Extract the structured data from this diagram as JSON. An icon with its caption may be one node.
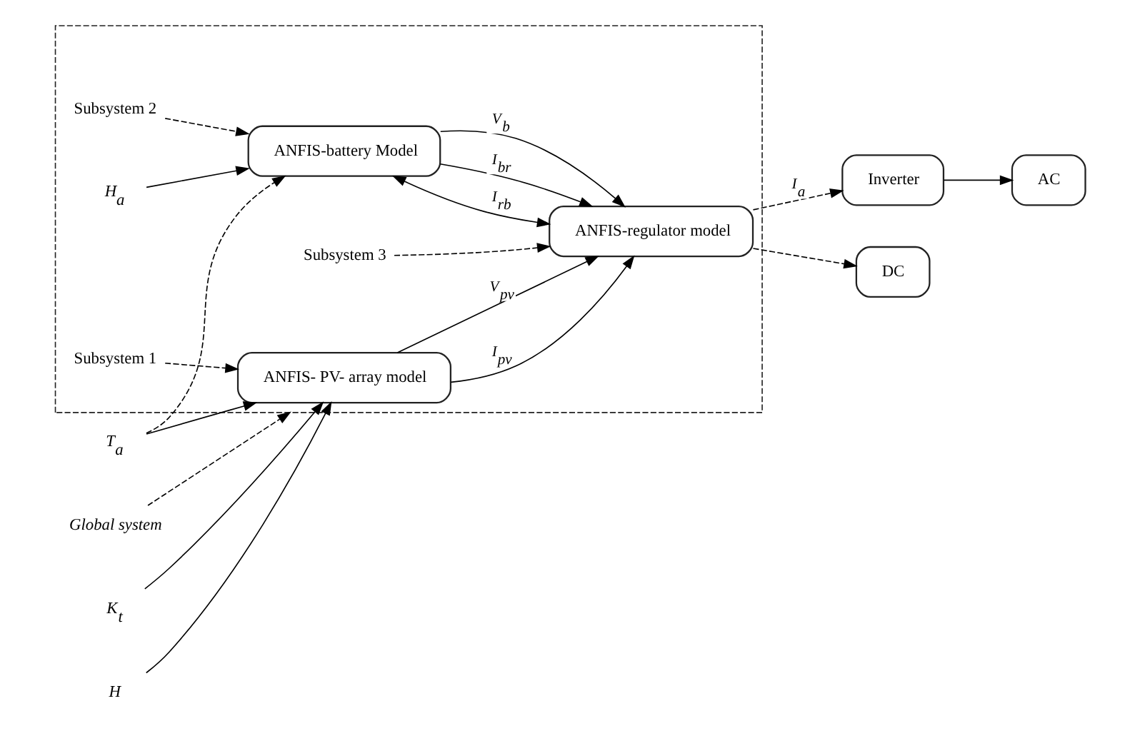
{
  "diagram": {
    "nodes": [
      {
        "text": [
          "Inverter"
        ]
      },
      {
        "text": [
          "AC"
        ]
      },
      {
        "text": [
          "DC"
        ]
      },
      {
        "text": [],
        "shape": "box"
      },
      {
        "text": [
          "ANFIS- PV- array model"
        ],
        "in": 3
      },
      {
        "text": [
          "ANFIS-regulator model"
        ],
        "in": 3
      },
      {
        "text": [
          "ANFIS-battery Model"
        ],
        "in": 3
      },
      {
        "text": [
          "H"
        ]
      },
      {
        "text": [
          "T$_{a}$"
        ]
      },
      {
        "text": [
          "K$_{t}$"
        ]
      },
      {
        "text": [
          "Subsystem 1"
        ],
        "in": 3
      },
      {
        "text": [
          "Subsystem 3"
        ],
        "in": 3
      },
      {
        "text": [
          "H$_{a}$"
        ],
        "in": 3
      },
      {
        "text": [
          "Subsystem 2"
        ],
        "in": 3
      },
      {
        "text": [
          "Global system"
        ]
      }
    ],
    "edges": [
      {
        "from": 0,
        "to": 1,
        "arrow": "to"
      },
      {
        "from": 7,
        "to": 4,
        "arrow": "to"
      },
      {
        "from": 8,
        "to": 4,
        "arrow": "to"
      },
      {
        "from": 9,
        "to": 4,
        "arrow": "to"
      },
      {
        "from": 4,
        "to": 5,
        "label": "I$_{pv}$",
        "arrow": "to"
      },
      {
        "from": 4,
        "to": 5,
        "label": "V$_{pv}$",
        "arrow": "to"
      },
      {
        "from": 5,
        "to": 0,
        "label": "I$_{a}$",
        "arrow": "to",
        "style": "dashed"
      },
      {
        "from": 5,
        "to": 2,
        "arrow": "to",
        "style": "dashed"
      },
      {
        "from": 6,
        "to": 5,
        "label": "I$_{rb}$",
        "arrow": "both"
      },
      {
        "from": 6,
        "to": 5,
        "label": "I$_{br}$",
        "arrow": "to"
      },
      {
        "from": 6,
        "to": 5,
        "label": "V$_{b}$",
        "arrow": "to"
      },
      {
        "from": 8,
        "to": 6,
        "arrow": "to",
        "style": "dashed"
      },
      {
        "from": 12,
        "to": 6,
        "arrow": "to"
      },
      {
        "from": 10,
        "to": 4,
        "arrow": "to",
        "style": "dashed"
      },
      {
        "from": 11,
        "to": 5,
        "arrow": "to",
        "style": "dashed"
      },
      {
        "from": 13,
        "to": 6,
        "arrow": "to",
        "style": "dashed"
      },
      {
        "from": 14,
        "to": 3,
        "arrow": "to",
        "style": "dashed"
      }
    ]
  }
}
